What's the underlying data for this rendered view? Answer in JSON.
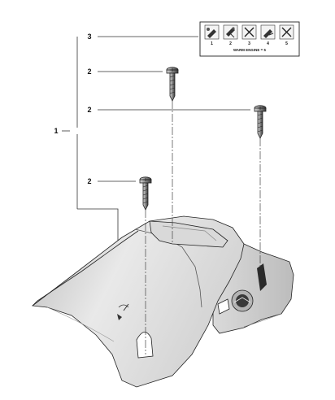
{
  "callouts": {
    "assembly": "1",
    "screw": "2",
    "decal": "3"
  },
  "decal": {
    "numbers": [
      "1",
      "2",
      "3",
      "4",
      "5"
    ],
    "caption": "WARM ENGINE = 5"
  },
  "colors": {
    "line": "#333333",
    "cover_light": "#e8e8e8",
    "cover_mid": "#cfcfcf",
    "cover_dark": "#9e9e9e"
  }
}
